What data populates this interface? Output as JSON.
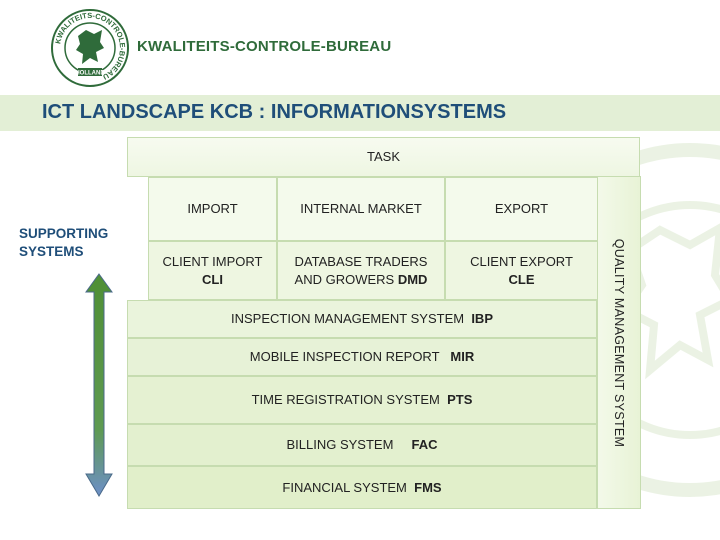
{
  "brand": {
    "name": "KWALITEITS-CONTROLE-BUREAU",
    "seal_text": "KWALITEITS-CONTROLE-BUREAU HOLLAND"
  },
  "slide": {
    "title": "ICT LANDSCAPE  KCB : INFORMATIONSYSTEMS"
  },
  "supporting": {
    "label_line1": "SUPPORTING",
    "label_line2": "SYSTEMS"
  },
  "task": {
    "label": "TASK",
    "columns": [
      {
        "label": "IMPORT",
        "system": "CLIENT IMPORT",
        "code": "CLI"
      },
      {
        "label": "INTERNAL MARKET",
        "system": "DATABASE TRADERS AND GROWERS",
        "code": "DMD"
      },
      {
        "label": "EXPORT",
        "system": "CLIENT EXPORT",
        "code": "CLE"
      }
    ]
  },
  "layers": [
    {
      "name": "INSPECTION MANAGEMENT SYSTEM",
      "code": "IBP"
    },
    {
      "name": "MOBILE INSPECTION REPORT",
      "code": "MIR"
    },
    {
      "name": "TIME REGISTRATION SYSTEM",
      "code": "PTS"
    },
    {
      "name": "BILLING SYSTEM",
      "code": "FAC"
    },
    {
      "name": "FINANCIAL SYSTEM",
      "code": "FMS"
    }
  ],
  "qms": {
    "label": "QUALITY MANAGEMENT SYSTEM"
  },
  "colors": {
    "title": "#1f4e79",
    "brand_green": "#2f6b3a",
    "box_fill_light": "#f3f9e9",
    "box_fill_mid": "#e2f0c9",
    "box_border": "#c6dcb0",
    "arrow_top": "#4f8f35",
    "arrow_bottom": "#6d8fc8",
    "watermark": "#dbe9cf"
  }
}
